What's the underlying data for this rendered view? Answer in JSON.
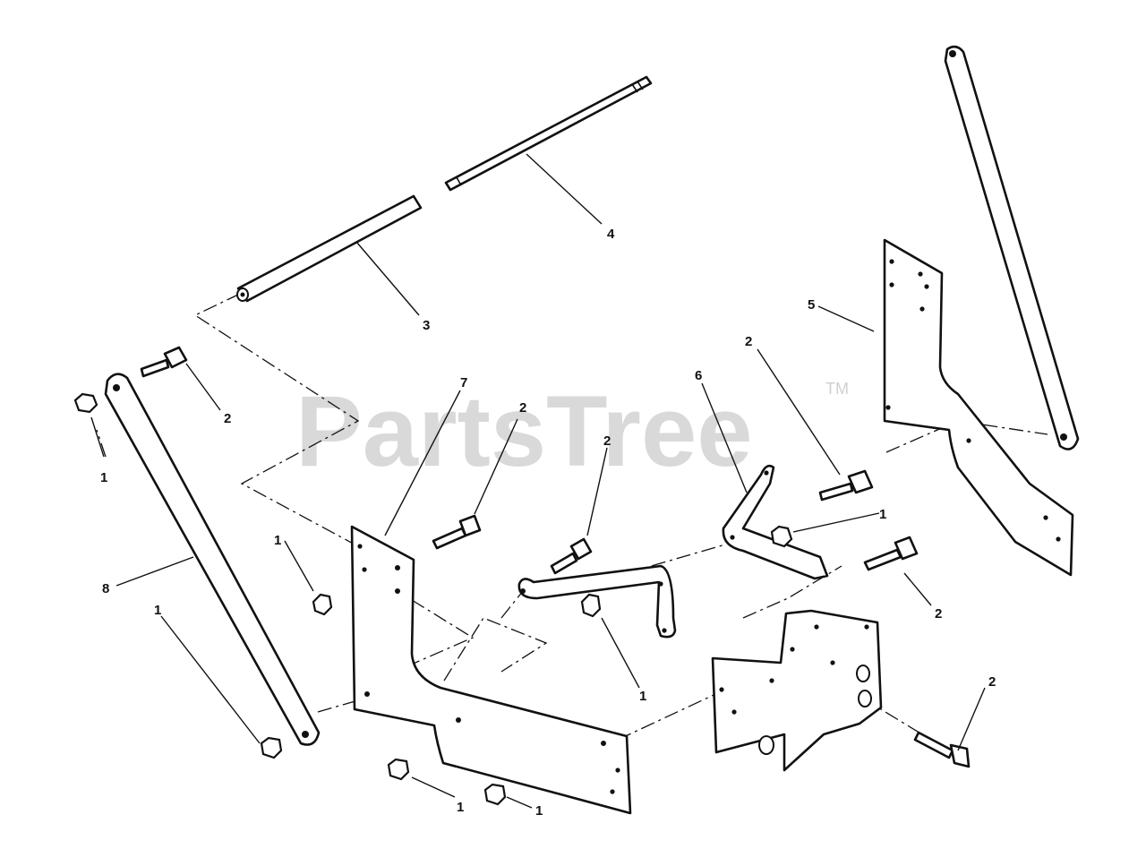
{
  "watermark": {
    "text": "PartsTree",
    "trademark": "TM"
  },
  "callouts": {
    "c1a": "1",
    "c1b": "1",
    "c1c": "1",
    "c1d": "1",
    "c1e": "1",
    "c1f": "1",
    "c1g": "1",
    "c2a": "2",
    "c2b": "2",
    "c2c": "2",
    "c2d": "2",
    "c2e": "2",
    "c2f": "2",
    "c3": "3",
    "c4": "4",
    "c5": "5",
    "c6": "6",
    "c7": "7",
    "c8": "8"
  }
}
